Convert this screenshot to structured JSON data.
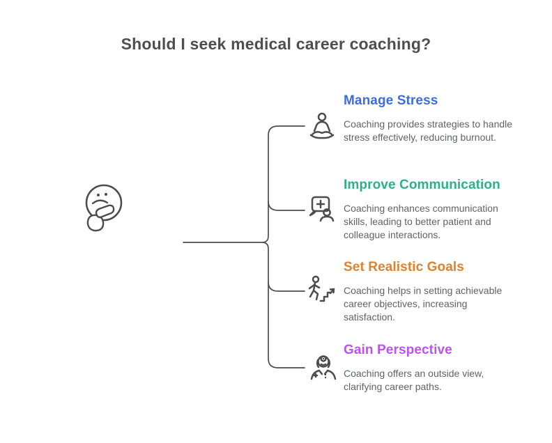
{
  "title": "Should I seek medical career coaching?",
  "root": {
    "icon": "thinking-face-icon"
  },
  "colors": {
    "title_text": "#4e4e4e",
    "body_text": "#5e6268",
    "line_gray": "#4c4c4c",
    "blue": "#3d6ce1",
    "green": "#2eb086",
    "orange": "#e0812e",
    "purple": "#bc52ea"
  },
  "branches": [
    {
      "heading": "Manage Stress",
      "color": "#3d6ce1",
      "icon": "meditation-icon",
      "description": "Coaching provides strategies to handle stress effectively, reducing burnout."
    },
    {
      "heading": "Improve Communication",
      "color": "#2eb086",
      "icon": "medical-chat-icon",
      "description": "Coaching enhances communication skills, leading to better patient and colleague interactions."
    },
    {
      "heading": "Set Realistic Goals",
      "color": "#e0812e",
      "icon": "climbing-stairs-icon",
      "description": "Coaching helps in setting achievable career objectives, increasing satisfaction."
    },
    {
      "heading": "Gain Perspective",
      "color": "#bc52ea",
      "icon": "doctor-icon",
      "description": "Coaching offers an outside view, clarifying career paths."
    }
  ]
}
